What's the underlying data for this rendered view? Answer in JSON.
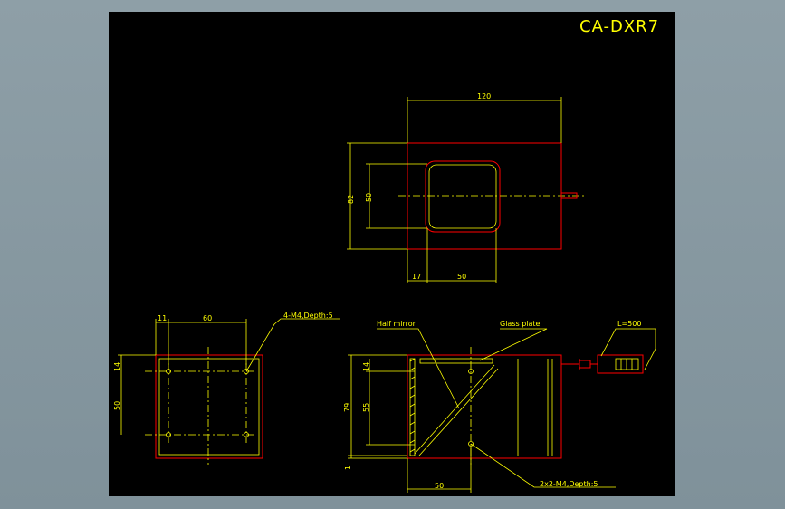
{
  "title": "CA-DXR7",
  "colors": {
    "background": "#000000",
    "frame": "#8e9fa7",
    "dimension": "#ffff00",
    "outline": "#ff0000"
  },
  "top_view": {
    "dim_width": "120",
    "dim_height": "82",
    "dim_inner": "50",
    "dim_offset": "17",
    "dim_window": "50"
  },
  "left_view": {
    "dim_width": "60",
    "dim_margin": "11",
    "dim_top": "14",
    "dim_height": "50",
    "hole_note": "4-M4,Depth:5"
  },
  "right_view": {
    "label_mirror": "Half mirror",
    "label_glass": "Glass plate",
    "label_cable": "L=500",
    "dim_top": "14",
    "dim_inner": "55",
    "dim_total": "79",
    "dim_base": "1",
    "dim_bottom": "50",
    "hole_note": "2x2-M4,Depth:5"
  }
}
